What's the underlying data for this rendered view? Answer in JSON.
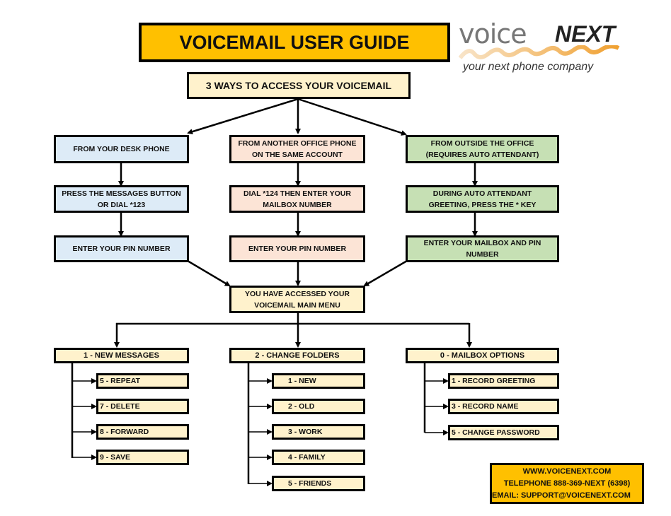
{
  "title": "VOICEMAIL USER GUIDE",
  "logo": {
    "brand_light": "voice",
    "brand_bold": "NEXT",
    "tagline": "your next phone company"
  },
  "ways_header": "3 WAYS TO ACCESS YOUR VOICEMAIL",
  "columns": [
    {
      "color": "#ddebf7",
      "steps": [
        "FROM YOUR DESK PHONE",
        "PRESS THE MESSAGES BUTTON\nOR DIAL *123",
        "ENTER YOUR PIN NUMBER"
      ]
    },
    {
      "color": "#fce4d6",
      "steps": [
        "FROM ANOTHER OFFICE  PHONE\nON THE SAME ACCOUNT",
        "DIAL *124 THEN ENTER YOUR\nMAILBOX NUMBER",
        "ENTER YOUR PIN NUMBER"
      ]
    },
    {
      "color": "#c6e0b4",
      "steps": [
        "FROM OUTSIDE THE OFFICE\n(REQUIRES AUTO ATTENDANT)",
        "DURING AUTO ATTENDANT\nGREETING, PRESS THE * KEY",
        "ENTER YOUR MAILBOX AND PIN\nNUMBER"
      ]
    }
  ],
  "main_menu": "YOU HAVE ACCESSED YOUR\nVOICEMAIL MAIN MENU",
  "menus": [
    {
      "label": "1 - NEW MESSAGES",
      "options": [
        "5 - REPEAT",
        "7 - DELETE",
        "8 - FORWARD",
        "9 - SAVE"
      ]
    },
    {
      "label": "2 - CHANGE FOLDERS",
      "options": [
        "1 - NEW",
        "2 - OLD",
        "3 - WORK",
        "4 - FAMILY",
        "5 - FRIENDS"
      ]
    },
    {
      "label": "0 - MAILBOX OPTIONS",
      "options": [
        "1 - RECORD GREETING",
        "3 - RECORD NAME",
        "5 - CHANGE PASSWORD"
      ]
    }
  ],
  "contact": {
    "website": "WWW.VOICENEXT.COM",
    "telephone": "TELEPHONE 888-369-NEXT (6398)",
    "email": "EMAIL: SUPPORT@VOICENEXT.COM"
  },
  "colors": {
    "title_bg": "#ffc000",
    "menu_bg": "#fff2cc",
    "desk_bg": "#ddebf7",
    "office_bg": "#fce4d6",
    "outside_bg": "#c6e0b4"
  }
}
